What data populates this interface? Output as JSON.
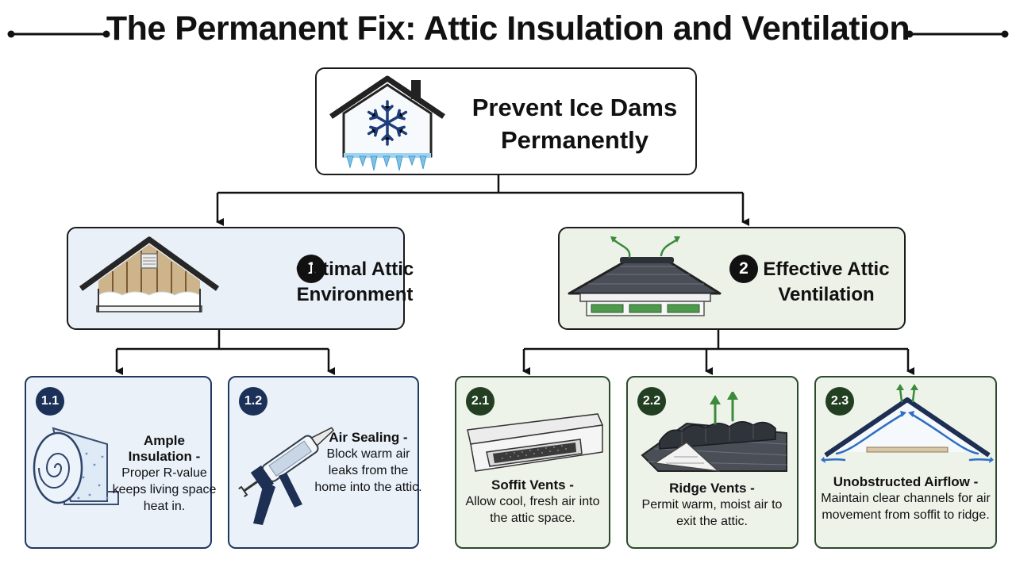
{
  "title": "The Permanent Fix: Attic Insulation and Ventilation",
  "root": {
    "label": "Prevent Ice Dams Permanently"
  },
  "categories": [
    {
      "number": "1",
      "label": "Optimal Attic Environment",
      "icon": "insulated-attic-icon"
    },
    {
      "number": "2",
      "label": "Effective Attic Ventilation",
      "icon": "vented-roof-icon"
    }
  ],
  "items": [
    {
      "id": "1.1",
      "title": "Ample Insulation -",
      "desc": "Proper R-value keeps living space heat in.",
      "icon": "insulation-roll-icon",
      "group": "blue"
    },
    {
      "id": "1.2",
      "title": "Air Sealing -",
      "desc": "Block warm air leaks from the home into the attic.",
      "icon": "caulk-gun-icon",
      "group": "blue"
    },
    {
      "id": "2.1",
      "title": "Soffit Vents -",
      "desc": "Allow cool, fresh air into the attic space.",
      "icon": "soffit-vent-icon",
      "group": "green"
    },
    {
      "id": "2.2",
      "title": "Ridge Vents -",
      "desc": "Permit warm, moist air to exit the attic.",
      "icon": "ridge-vent-icon",
      "group": "green"
    },
    {
      "id": "2.3",
      "title": "Unobstructed Airflow -",
      "desc": "Maintain clear channels for air movement from soffit to ridge.",
      "icon": "airflow-attic-icon",
      "group": "green"
    }
  ],
  "colors": {
    "blue_bg": "#e9f0f8",
    "green_bg": "#edf2e8",
    "blue_dark": "#1b3157",
    "green_dark": "#233f22",
    "ice": "#7fc2e8"
  }
}
